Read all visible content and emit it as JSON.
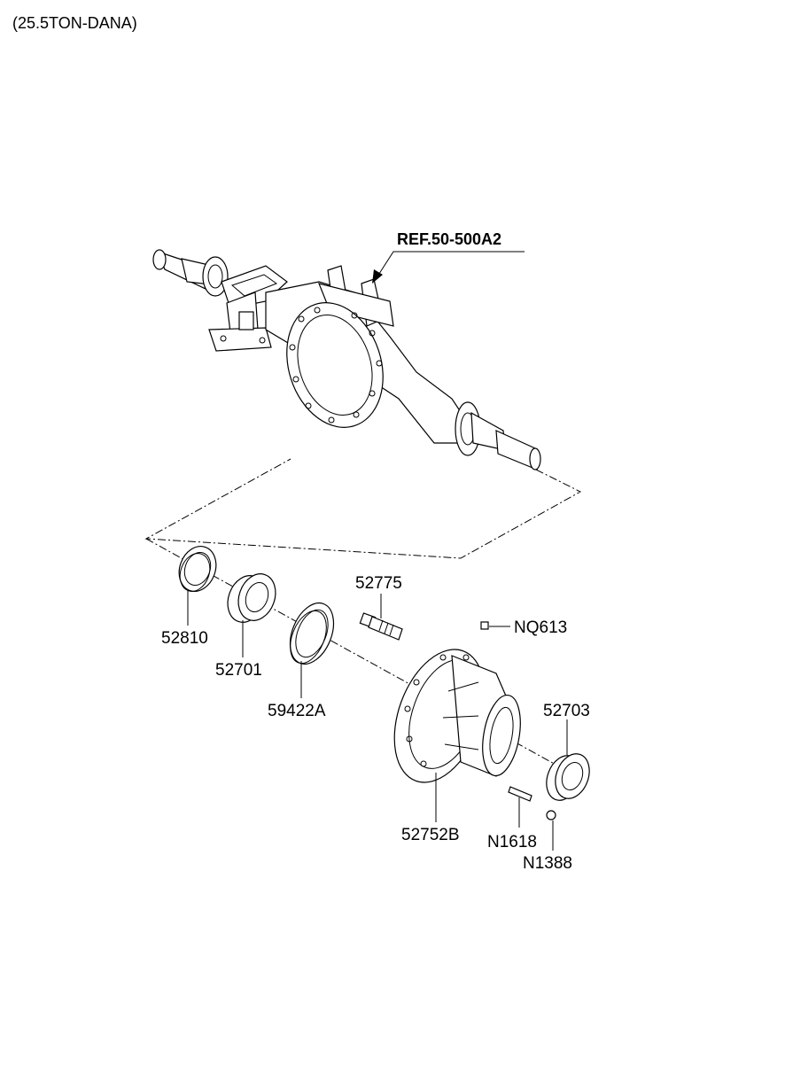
{
  "title": "(25.5TON-DANA)",
  "reference": "REF.50-500A2",
  "parts": {
    "p52810": "52810",
    "p52701": "52701",
    "p59422A": "59422A",
    "p52775": "52775",
    "pNQ613": "NQ613",
    "p52703": "52703",
    "p52752B": "52752B",
    "pN1618": "N1618",
    "pN1388": "N1388"
  }
}
